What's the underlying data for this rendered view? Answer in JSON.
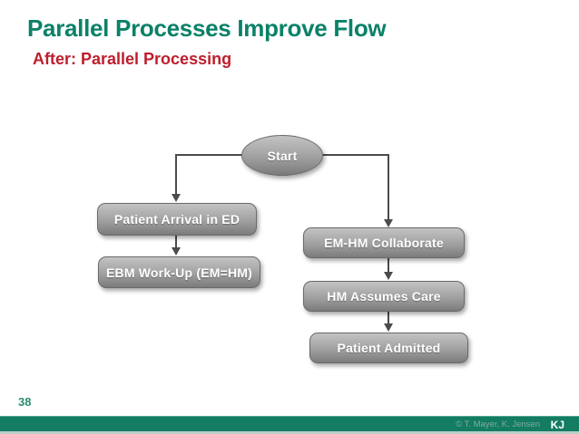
{
  "slide": {
    "title": "Parallel Processes Improve Flow",
    "subtitle": "After: Parallel Processing",
    "page_number": "38",
    "footer": {
      "copyright": "© T. Mayer, K. Jensen",
      "logo": "KJ"
    }
  },
  "flowchart": {
    "nodes": [
      {
        "id": "start",
        "type": "oval",
        "label": "Start"
      },
      {
        "id": "patient-arrival",
        "type": "box",
        "label": "Patient Arrival in ED"
      },
      {
        "id": "ebm-workup",
        "type": "box",
        "label": "EBM Work-Up (EM=HM)"
      },
      {
        "id": "em-hm-collaborate",
        "type": "box",
        "label": "EM-HM Collaborate"
      },
      {
        "id": "hm-assumes-care",
        "type": "box",
        "label": "HM Assumes Care"
      },
      {
        "id": "patient-admitted",
        "type": "box",
        "label": "Patient Admitted"
      }
    ],
    "edges": [
      {
        "from": "start",
        "to": "patient-arrival"
      },
      {
        "from": "patient-arrival",
        "to": "ebm-workup"
      },
      {
        "from": "start",
        "to": "em-hm-collaborate"
      },
      {
        "from": "em-hm-collaborate",
        "to": "hm-assumes-care"
      },
      {
        "from": "hm-assumes-care",
        "to": "patient-admitted"
      }
    ]
  },
  "colors": {
    "background": "#FFFFFF",
    "title_text": "#0B8168",
    "subtitle_text": "#BE1E2D",
    "page_number": "#2E8B72",
    "footer_bar": "#137C62",
    "footer_strip": "#B7CFC8",
    "footer_copyright": "#7FAC9D",
    "footer_logo": "#FFFFFF",
    "box_top": "#C3C3C3",
    "box_bottom": "#7B7B7B",
    "box_border": "#6A6A6A",
    "box_text": "#FFFFFF",
    "connector": "#4B4B4B"
  }
}
